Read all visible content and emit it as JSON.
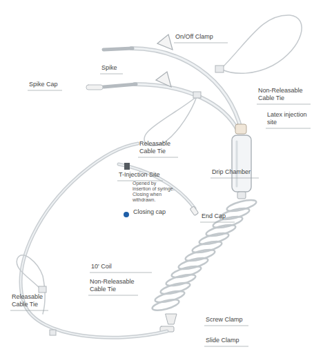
{
  "diagram": {
    "labels": [
      "On/Off Clamp",
      "Spike",
      "Spike Cap",
      "Non-Releasable Cable Tie",
      "Latex injection site",
      "Releasable Cable Tie",
      "Drip Chamber",
      "T-Injection Site",
      "Opened by insertion of syringe. Closing when withdrawn.",
      "Closing cap",
      "End Cap",
      "10' Coil",
      "Releasable Cable Tie",
      "Non-Releasable Cable Tie",
      "Screw Clamp",
      "Slide Clamp"
    ]
  }
}
